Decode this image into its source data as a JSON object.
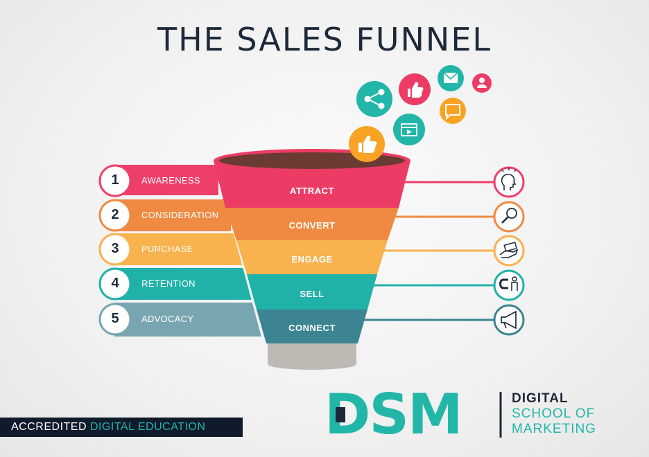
{
  "title": "THE SALES FUNNEL",
  "stages": [
    {
      "number": "1",
      "label": "AWARENESS",
      "color": "#ee3e6a"
    },
    {
      "number": "2",
      "label": "CONSIDERATION",
      "color": "#f08a42"
    },
    {
      "number": "3",
      "label": "PURCHASE",
      "color": "#f8b24e"
    },
    {
      "number": "4",
      "label": "RETENTION",
      "color": "#20b2a8"
    },
    {
      "number": "5",
      "label": "ADVOCACY",
      "color": "#78a6b0"
    }
  ],
  "funnel_layers": [
    {
      "label": "ATTRACT",
      "color": "#ec3c66"
    },
    {
      "label": "CONVERT",
      "color": "#f08a42"
    },
    {
      "label": "ENGAGE",
      "color": "#f8b24e"
    },
    {
      "label": "SELL",
      "color": "#20b2a8"
    },
    {
      "label": "CONNECT",
      "color": "#3c8492"
    }
  ],
  "right_icons": [
    "idea-head-icon",
    "magnifier-icon",
    "hand-money-icon",
    "magnet-person-icon",
    "megaphone-icon"
  ],
  "floating_icons": [
    "thumbs-up-icon",
    "share-icon",
    "thumbs-up-icon",
    "video-icon",
    "email-icon",
    "chat-icon",
    "user-icon"
  ],
  "badge": {
    "part1": "ACCREDITED ",
    "part2": "DIGITAL EDUCATION"
  },
  "logo": {
    "mark": "DSM",
    "line1": "DIGITAL",
    "line2": "SCHOOL OF",
    "line3": "MARKETING"
  },
  "colors": {
    "dark": "#1d2838",
    "teal": "#22b6a8"
  }
}
